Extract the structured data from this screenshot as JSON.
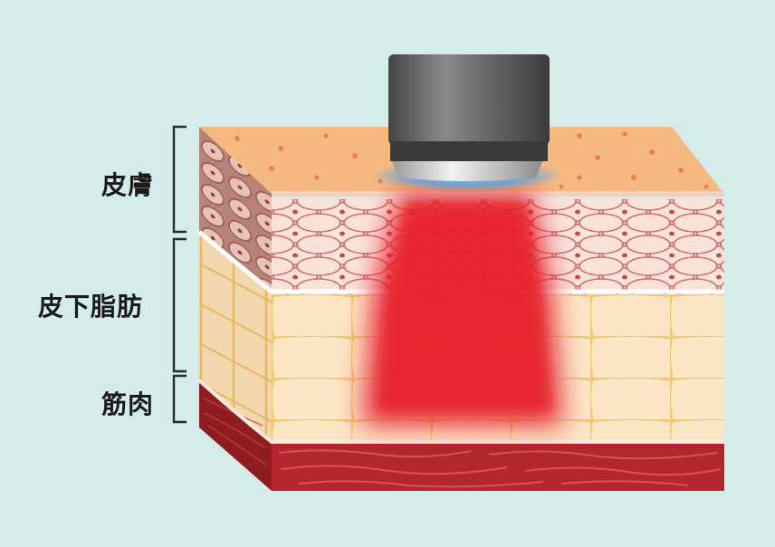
{
  "labels": {
    "skin": "皮膚",
    "subcutaneous_fat": "皮下脂肪",
    "muscle": "筋肉"
  },
  "colors": {
    "background": "#d4ecea",
    "skin_top": "#f6b982",
    "dermis": "#f4c1b4",
    "fat": "#fbe6c6",
    "fat_grid": "#f3c772",
    "muscle": "#b3262b",
    "energy": "#e61e2a",
    "probe": "#6b6b6b",
    "probe_glow": "#3ea3f0"
  }
}
